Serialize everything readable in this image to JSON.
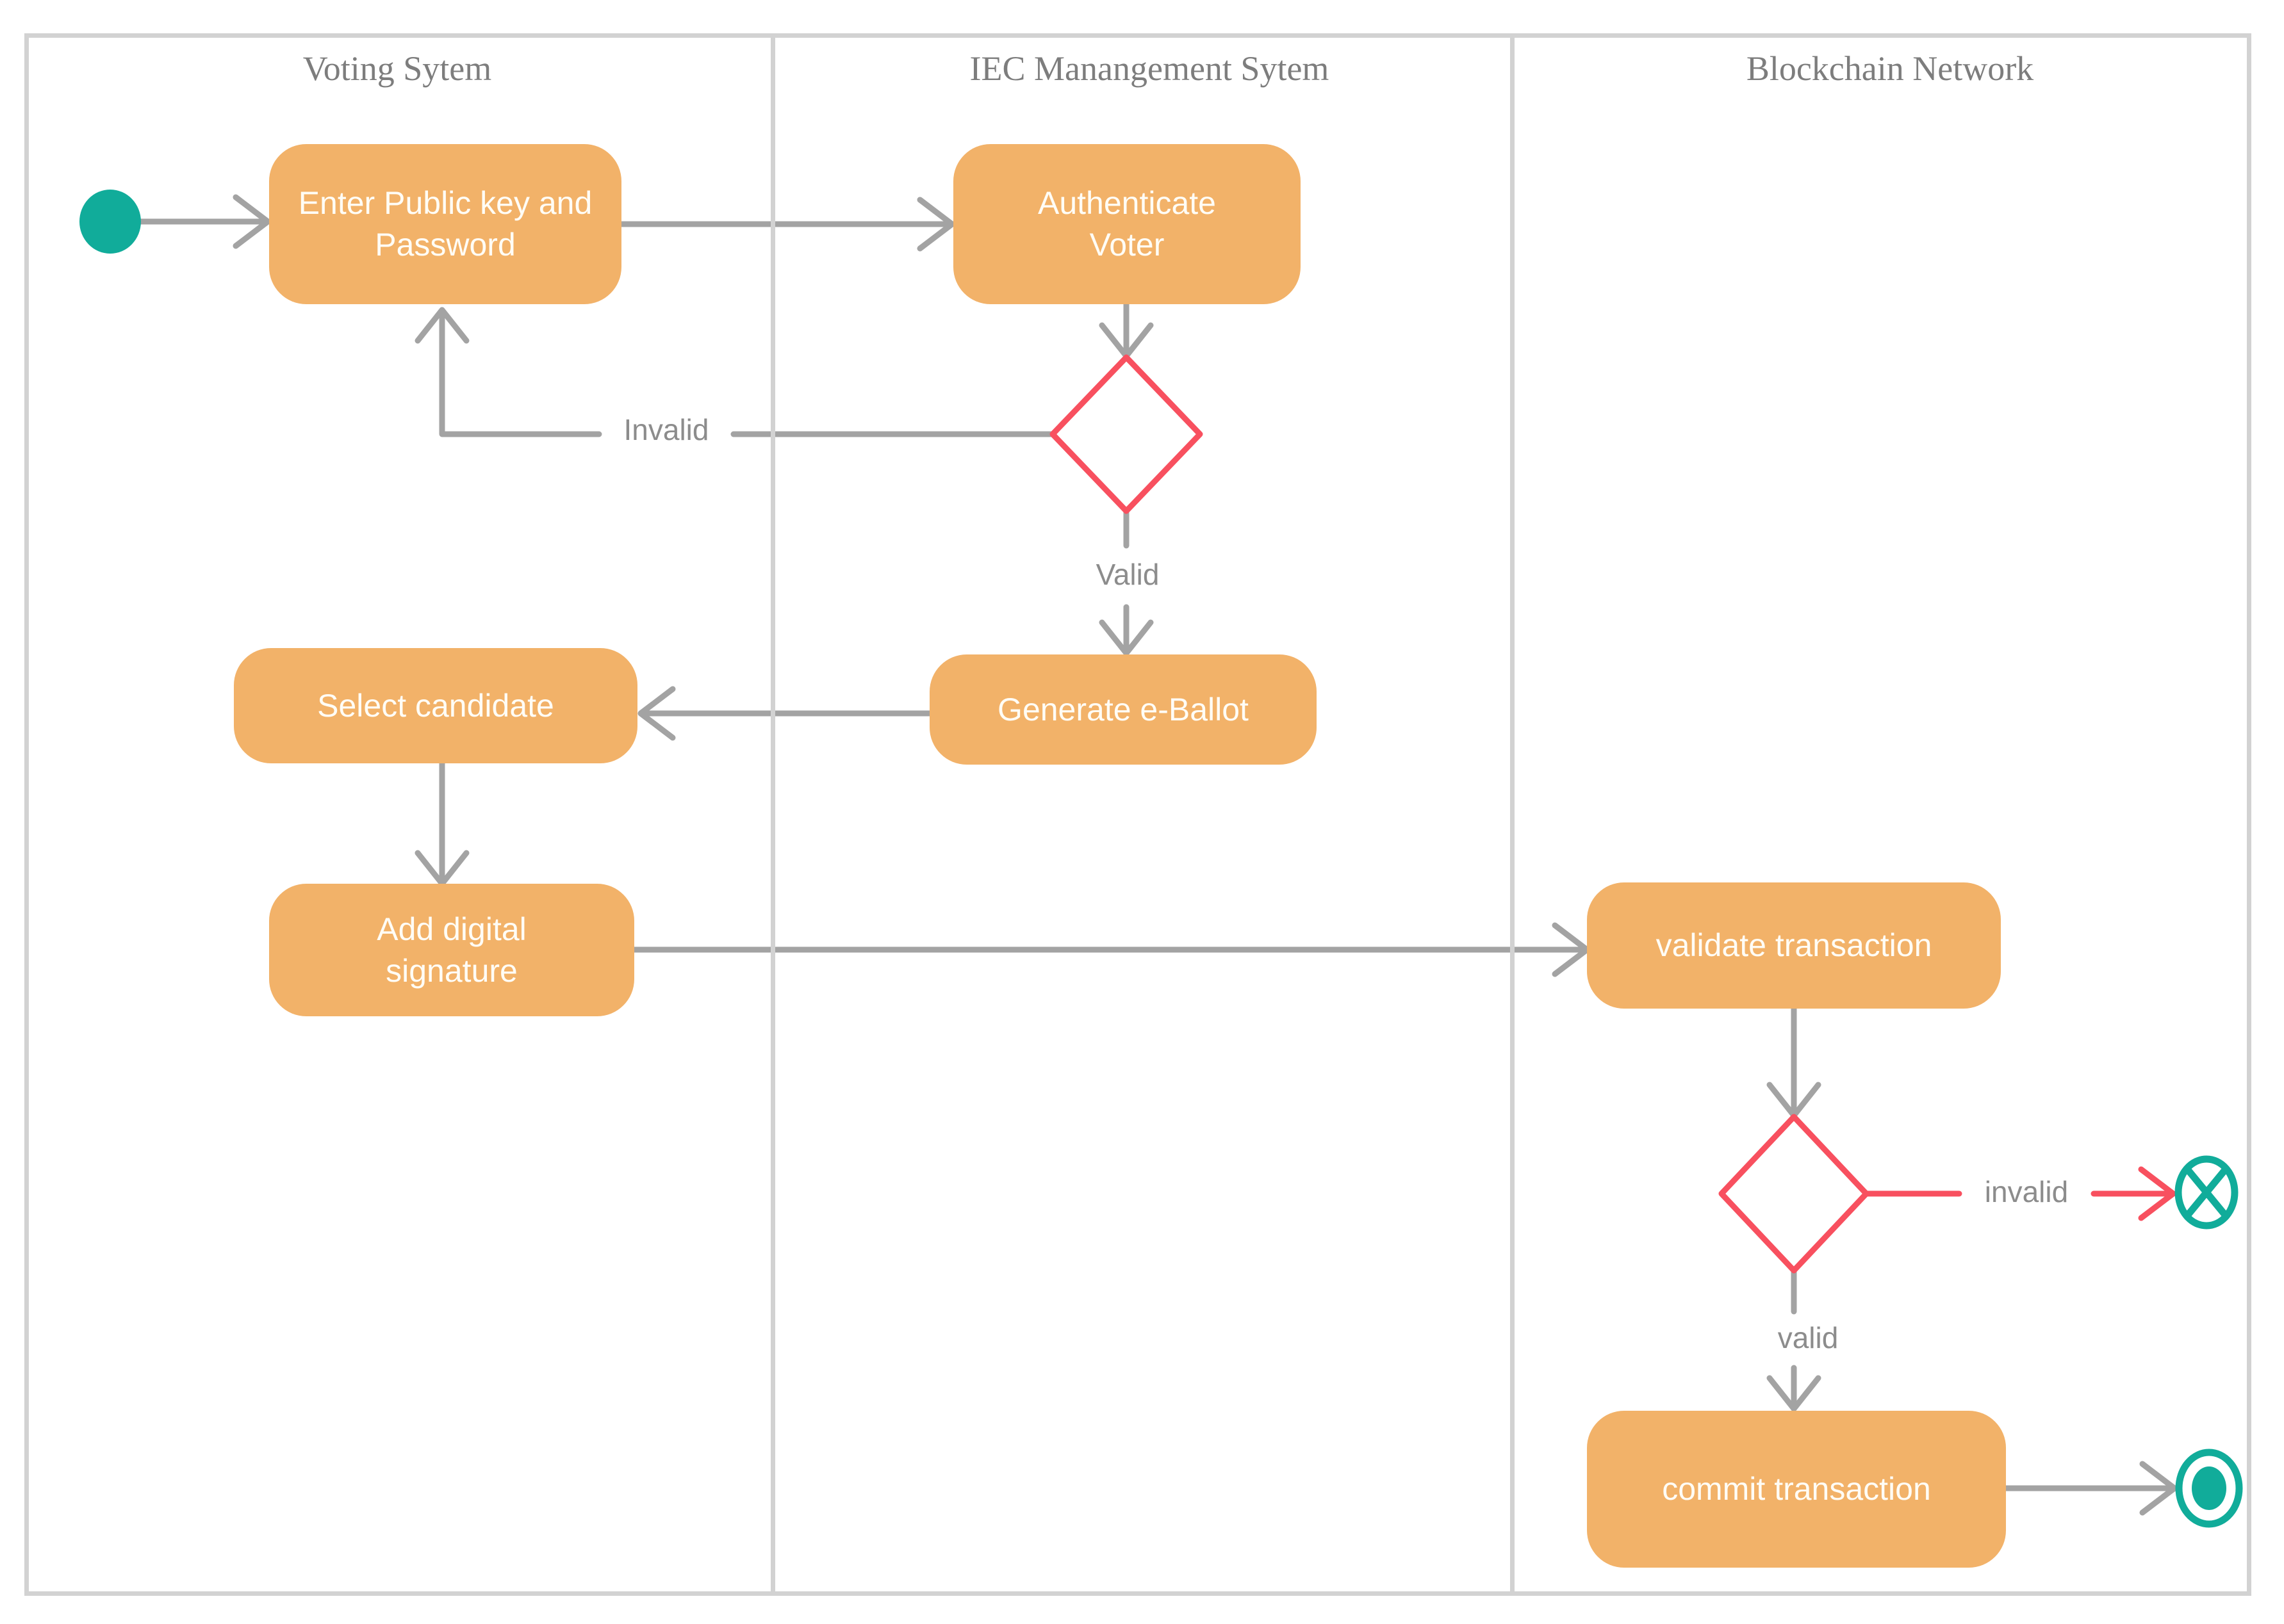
{
  "diagram": {
    "type": "uml-activity-swimlane",
    "lanes": [
      {
        "title": "Voting Sytem"
      },
      {
        "title": "IEC Manangement Sytem"
      },
      {
        "title": "Blockchain Network"
      }
    ],
    "nodes": {
      "start": {
        "type": "initial-node"
      },
      "enter_key": {
        "label": "Enter Public key and Password"
      },
      "authenticate": {
        "label": "Authenticate Voter"
      },
      "decision_auth": {
        "type": "decision"
      },
      "generate_ballot": {
        "label": "Generate e-Ballot"
      },
      "select_candidate": {
        "label": "Select candidate"
      },
      "add_signature": {
        "label": "Add digital signature"
      },
      "validate_tx": {
        "label": "validate transaction"
      },
      "decision_tx": {
        "type": "decision"
      },
      "commit_tx": {
        "label": "commit transaction"
      },
      "flow_final": {
        "type": "flow-final-node"
      },
      "activity_final": {
        "type": "activity-final-node"
      }
    },
    "edge_labels": {
      "invalid_auth": "Invalid",
      "valid_auth": "Valid",
      "invalid_tx": "invalid",
      "valid_tx": "valid"
    },
    "colors": {
      "activity_fill": "#f2b269",
      "activity_text": "#fffdf6",
      "decision_stroke": "#f8505f",
      "terminal_teal": "#11ac9a",
      "connector_gray": "#a3a3a3",
      "edge_label_text": "#8c8c8c",
      "lane_border": "#d2d2d2",
      "lane_title_text": "#7d7d7d"
    }
  }
}
